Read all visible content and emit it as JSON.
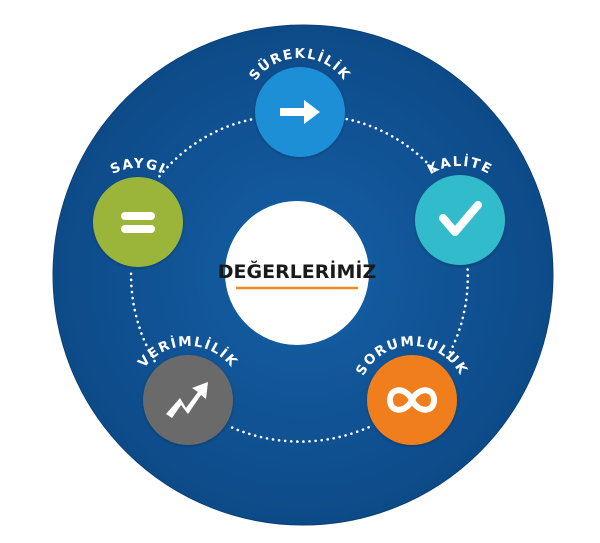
{
  "center": {
    "title": "DEĞERLERİMİZ",
    "underline_color": "#f08a1c"
  },
  "colors": {
    "ring": "#0f4e8e",
    "ring_edge": "#0b3f75",
    "dots": "#ffffff",
    "center_fill": "#ffffff",
    "label": "#ffffff"
  },
  "values": [
    {
      "key": "sureklilik",
      "label": "SÜREKLİLİK",
      "color": "#1f8fd6",
      "icon": "arrow-right-icon"
    },
    {
      "key": "kalite",
      "label": "KALİTE",
      "color": "#30bccb",
      "icon": "check-icon"
    },
    {
      "key": "sorumluluk",
      "label": "SORUMLULUK",
      "color": "#f07e1e",
      "icon": "infinity-icon"
    },
    {
      "key": "verimlilik",
      "label": "VERİMLİLİK",
      "color": "#6b6b6b",
      "icon": "trend-up-icon"
    },
    {
      "key": "saygi",
      "label": "SAYGI",
      "color": "#9bb53b",
      "icon": "equals-icon"
    }
  ]
}
